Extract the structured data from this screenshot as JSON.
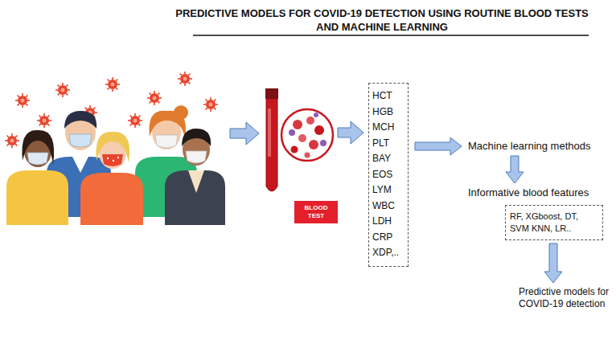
{
  "diagram": {
    "title": "PREDICTIVE MODELS FOR COVID-19 DETECTION USING ROUTINE BLOOD TESTS AND MACHINE LEARNING",
    "nodes": [
      {
        "text": [
          "BLOOD TEST"
        ]
      },
      {
        "text": [
          "HCT",
          "HGB",
          "MCH",
          "PLT",
          "BAY",
          "EOS",
          "LYM",
          "WBC",
          "LDH",
          "CRP",
          "XDP,.."
        ]
      },
      {
        "text": [
          "Machine learning methods"
        ]
      },
      {
        "text": [
          "Informative blood features"
        ]
      },
      {
        "text": [
          "RF, XGboost, DT, SVM KNN, LR.."
        ]
      },
      {
        "text": [
          "Predictive models for COVID-19 detection"
        ]
      }
    ],
    "edges": [
      {
        "from": 1,
        "to": 2,
        "arrow": "to"
      },
      {
        "from": 2,
        "to": 3,
        "arrow": "to"
      },
      {
        "from": 4,
        "to": 5,
        "arrow": "to"
      }
    ]
  }
}
